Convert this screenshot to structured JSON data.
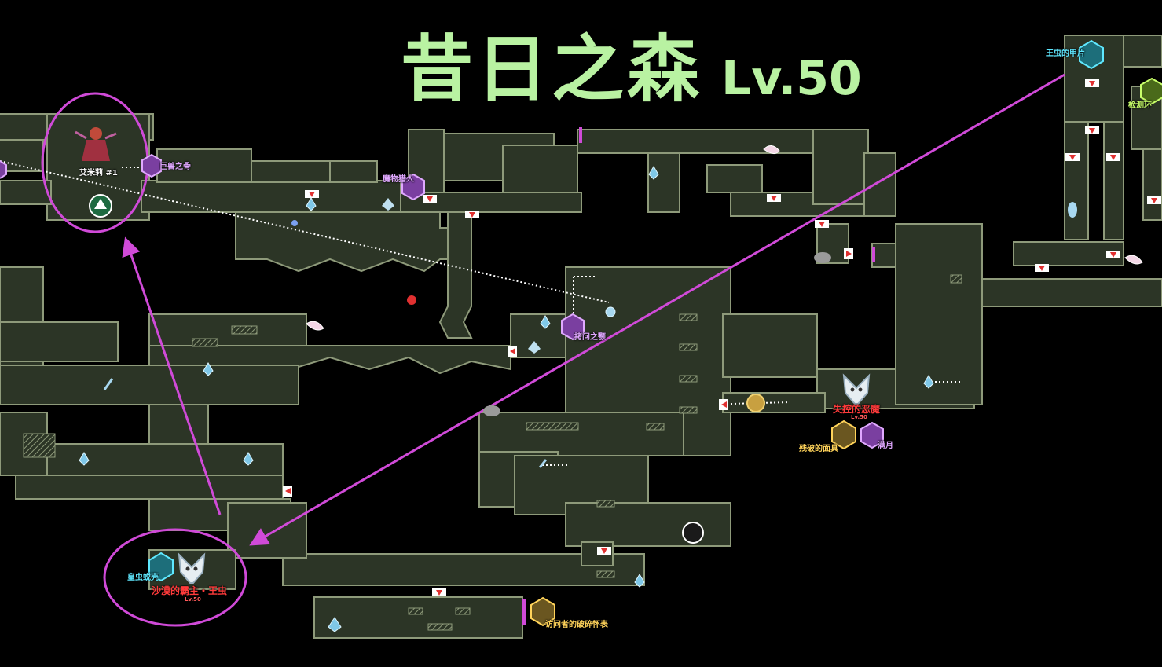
{
  "header": {
    "area_name": "昔日之森",
    "level": "Lv.50"
  },
  "bosses": [
    {
      "name": "沙漠的霸主・王虫",
      "level": "Lv.50"
    },
    {
      "name": "失控的恶魔",
      "level": "Lv.50"
    }
  ],
  "labels": {
    "npc": "艾米莉 #1",
    "beast_bone": "巨兽之骨",
    "monster_hunter": "魔物猎人",
    "torture_head": "拷问之颚",
    "king_bug_shell": "王虫的甲片",
    "detect_ring": "检测环",
    "emperor_shell": "皇虫蜕壳",
    "broken_mask": "残破的面具",
    "full_moon": "满月",
    "broken_watch": "访问者的破碎怀表"
  },
  "colors": {
    "wall": "#8e9a7a",
    "floor": "#2c3526",
    "marker": "#d04ad8",
    "title": "#b9f2a2"
  }
}
